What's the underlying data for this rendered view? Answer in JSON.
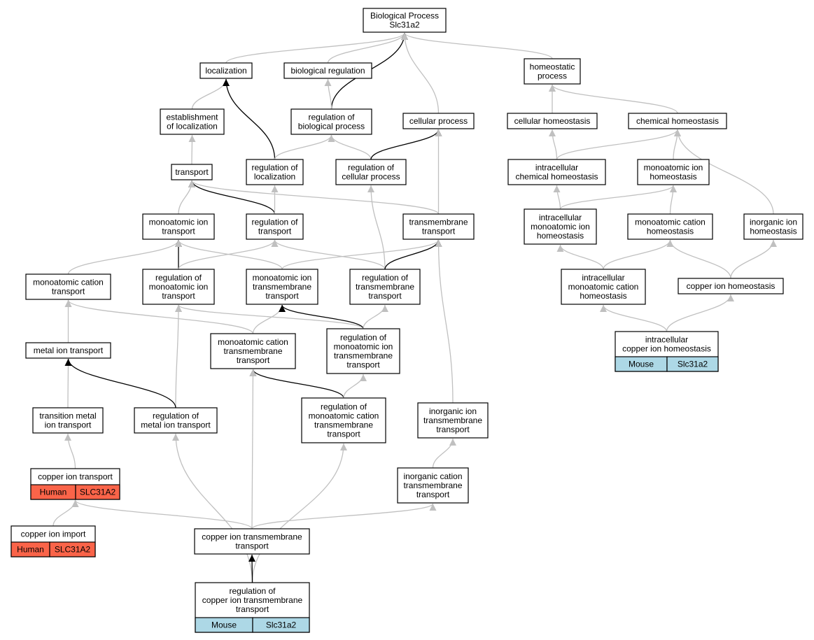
{
  "colors": {
    "edge_regular": "#c0c0c0",
    "edge_regulates": "#000000",
    "node_fill": "#ffffff",
    "node_border": "#000000",
    "human_annotation": "#fa6449",
    "mouse_annotation": "#add8e6"
  },
  "nodes": {
    "bp_root": {
      "lines": [
        "Biological Process",
        "Slc31a2"
      ]
    },
    "localization": {
      "lines": [
        "localization"
      ]
    },
    "bio_reg": {
      "lines": [
        "biological regulation"
      ]
    },
    "homeo_proc": {
      "lines": [
        "homeostatic",
        "process"
      ]
    },
    "est_loc": {
      "lines": [
        "establishment",
        "of localization"
      ]
    },
    "reg_bio_proc": {
      "lines": [
        "regulation of",
        "biological process"
      ]
    },
    "cell_proc": {
      "lines": [
        "cellular process"
      ]
    },
    "cell_homeo": {
      "lines": [
        "cellular homeostasis"
      ]
    },
    "chem_homeo": {
      "lines": [
        "chemical homeostasis"
      ]
    },
    "transport": {
      "lines": [
        "transport"
      ]
    },
    "reg_loc": {
      "lines": [
        "regulation of",
        "localization"
      ]
    },
    "reg_cell_proc": {
      "lines": [
        "regulation of",
        "cellular process"
      ]
    },
    "ic_chem_homeo": {
      "lines": [
        "intracellular",
        "chemical homeostasis"
      ]
    },
    "mono_ion_homeo": {
      "lines": [
        "monoatomic ion",
        "homeostasis"
      ]
    },
    "mono_ion_tr": {
      "lines": [
        "monoatomic ion",
        "transport"
      ]
    },
    "reg_tr": {
      "lines": [
        "regulation of",
        "transport"
      ]
    },
    "tm_tr": {
      "lines": [
        "transmembrane",
        "transport"
      ]
    },
    "ic_mono_ion_homeo": {
      "lines": [
        "intracellular",
        "monoatomic ion",
        "homeostasis"
      ]
    },
    "mono_cat_homeo": {
      "lines": [
        "monoatomic cation",
        "homeostasis"
      ]
    },
    "inorg_ion_homeo": {
      "lines": [
        "inorganic ion",
        "homeostasis"
      ]
    },
    "mono_cat_tr": {
      "lines": [
        "monoatomic cation",
        "transport"
      ]
    },
    "reg_mono_ion_tr": {
      "lines": [
        "regulation of",
        "monoatomic ion",
        "transport"
      ]
    },
    "mono_ion_tm_tr": {
      "lines": [
        "monoatomic ion",
        "transmembrane",
        "transport"
      ]
    },
    "reg_tm_tr": {
      "lines": [
        "regulation of",
        "transmembrane",
        "transport"
      ]
    },
    "ic_mono_cat_homeo": {
      "lines": [
        "intracellular",
        "monoatomic cation",
        "homeostasis"
      ]
    },
    "cu_homeo": {
      "lines": [
        "copper ion homeostasis"
      ]
    },
    "metal_ion_tr": {
      "lines": [
        "metal ion transport"
      ]
    },
    "mono_cat_tm_tr": {
      "lines": [
        "monoatomic cation",
        "transmembrane",
        "transport"
      ]
    },
    "reg_mono_ion_tm_tr": {
      "lines": [
        "regulation of",
        "monoatomic ion",
        "transmembrane",
        "transport"
      ]
    },
    "ic_cu_homeo": {
      "lines": [
        "intracellular",
        "copper ion homeostasis"
      ],
      "annotation": [
        "Mouse",
        "Slc31a2"
      ],
      "annotation_color": "mouse"
    },
    "trans_metal_tr": {
      "lines": [
        "transition metal",
        "ion transport"
      ]
    },
    "reg_metal_ion_tr": {
      "lines": [
        "regulation of",
        "metal ion transport"
      ]
    },
    "reg_mono_cat_tm_tr": {
      "lines": [
        "regulation of",
        "monoatomic cation",
        "transmembrane",
        "transport"
      ]
    },
    "inorg_ion_tm_tr": {
      "lines": [
        "inorganic ion",
        "transmembrane",
        "transport"
      ]
    },
    "cu_ion_tr": {
      "lines": [
        "copper ion transport"
      ],
      "annotation": [
        "Human",
        "SLC31A2"
      ],
      "annotation_color": "human"
    },
    "inorg_cat_tm_tr": {
      "lines": [
        "inorganic cation",
        "transmembrane",
        "transport"
      ]
    },
    "cu_import": {
      "lines": [
        "copper ion import"
      ],
      "annotation": [
        "Human",
        "SLC31A2"
      ],
      "annotation_color": "human"
    },
    "cu_tm_tr": {
      "lines": [
        "copper ion transmembrane",
        "transport"
      ]
    },
    "reg_cu_tm_tr": {
      "lines": [
        "regulation of",
        "copper ion transmembrane",
        "transport"
      ],
      "annotation": [
        "Mouse",
        "Slc31a2"
      ],
      "annotation_color": "mouse"
    }
  },
  "edges": [
    {
      "from": "localization",
      "to": "bp_root",
      "type": "is_a"
    },
    {
      "from": "bio_reg",
      "to": "bp_root",
      "type": "is_a"
    },
    {
      "from": "homeo_proc",
      "to": "bp_root",
      "type": "is_a"
    },
    {
      "from": "reg_bio_proc",
      "to": "bp_root",
      "type": "regulates"
    },
    {
      "from": "cell_proc",
      "to": "bp_root",
      "type": "is_a"
    },
    {
      "from": "est_loc",
      "to": "localization",
      "type": "is_a"
    },
    {
      "from": "reg_loc",
      "to": "localization",
      "type": "regulates"
    },
    {
      "from": "reg_bio_proc",
      "to": "bio_reg",
      "type": "is_a"
    },
    {
      "from": "cell_homeo",
      "to": "homeo_proc",
      "type": "is_a"
    },
    {
      "from": "chem_homeo",
      "to": "homeo_proc",
      "type": "is_a"
    },
    {
      "from": "transport",
      "to": "est_loc",
      "type": "is_a"
    },
    {
      "from": "reg_loc",
      "to": "reg_bio_proc",
      "type": "is_a"
    },
    {
      "from": "reg_cell_proc",
      "to": "reg_bio_proc",
      "type": "is_a"
    },
    {
      "from": "reg_cell_proc",
      "to": "cell_proc",
      "type": "regulates"
    },
    {
      "from": "tm_tr",
      "to": "cell_proc",
      "type": "is_a"
    },
    {
      "from": "ic_chem_homeo",
      "to": "cell_homeo",
      "type": "is_a"
    },
    {
      "from": "ic_chem_homeo",
      "to": "chem_homeo",
      "type": "is_a"
    },
    {
      "from": "mono_ion_homeo",
      "to": "chem_homeo",
      "type": "is_a"
    },
    {
      "from": "inorg_ion_homeo",
      "to": "chem_homeo",
      "type": "is_a"
    },
    {
      "from": "mono_ion_tr",
      "to": "transport",
      "type": "is_a"
    },
    {
      "from": "reg_tr",
      "to": "transport",
      "type": "regulates"
    },
    {
      "from": "tm_tr",
      "to": "transport",
      "type": "is_a"
    },
    {
      "from": "reg_tr",
      "to": "reg_loc",
      "type": "is_a"
    },
    {
      "from": "reg_tm_tr",
      "to": "reg_cell_proc",
      "type": "is_a"
    },
    {
      "from": "ic_mono_ion_homeo",
      "to": "ic_chem_homeo",
      "type": "is_a"
    },
    {
      "from": "ic_mono_ion_homeo",
      "to": "mono_ion_homeo",
      "type": "is_a"
    },
    {
      "from": "mono_cat_homeo",
      "to": "mono_ion_homeo",
      "type": "is_a"
    },
    {
      "from": "mono_cat_tr",
      "to": "mono_ion_tr",
      "type": "is_a"
    },
    {
      "from": "reg_mono_ion_tr",
      "to": "mono_ion_tr",
      "type": "regulates"
    },
    {
      "from": "mono_ion_tm_tr",
      "to": "mono_ion_tr",
      "type": "is_a"
    },
    {
      "from": "reg_mono_ion_tr",
      "to": "reg_tr",
      "type": "is_a"
    },
    {
      "from": "reg_tm_tr",
      "to": "reg_tr",
      "type": "is_a"
    },
    {
      "from": "mono_ion_tm_tr",
      "to": "tm_tr",
      "type": "is_a"
    },
    {
      "from": "reg_tm_tr",
      "to": "tm_tr",
      "type": "regulates"
    },
    {
      "from": "inorg_ion_tm_tr",
      "to": "tm_tr",
      "type": "is_a"
    },
    {
      "from": "ic_mono_cat_homeo",
      "to": "ic_mono_ion_homeo",
      "type": "is_a"
    },
    {
      "from": "ic_mono_cat_homeo",
      "to": "mono_cat_homeo",
      "type": "is_a"
    },
    {
      "from": "cu_homeo",
      "to": "mono_cat_homeo",
      "type": "is_a"
    },
    {
      "from": "cu_homeo",
      "to": "inorg_ion_homeo",
      "type": "is_a"
    },
    {
      "from": "metal_ion_tr",
      "to": "mono_cat_tr",
      "type": "is_a"
    },
    {
      "from": "mono_cat_tm_tr",
      "to": "mono_cat_tr",
      "type": "is_a"
    },
    {
      "from": "mono_cat_tm_tr",
      "to": "mono_ion_tm_tr",
      "type": "is_a"
    },
    {
      "from": "reg_mono_ion_tm_tr",
      "to": "reg_mono_ion_tr",
      "type": "is_a"
    },
    {
      "from": "reg_mono_ion_tm_tr",
      "to": "mono_ion_tm_tr",
      "type": "regulates"
    },
    {
      "from": "reg_mono_ion_tm_tr",
      "to": "reg_tm_tr",
      "type": "is_a"
    },
    {
      "from": "reg_metal_ion_tr",
      "to": "reg_mono_ion_tr",
      "type": "is_a"
    },
    {
      "from": "ic_cu_homeo",
      "to": "ic_mono_cat_homeo",
      "type": "is_a"
    },
    {
      "from": "ic_cu_homeo",
      "to": "cu_homeo",
      "type": "is_a"
    },
    {
      "from": "trans_metal_tr",
      "to": "metal_ion_tr",
      "type": "is_a"
    },
    {
      "from": "reg_metal_ion_tr",
      "to": "metal_ion_tr",
      "type": "regulates"
    },
    {
      "from": "reg_mono_cat_tm_tr",
      "to": "mono_cat_tm_tr",
      "type": "regulates"
    },
    {
      "from": "cu_tm_tr",
      "to": "mono_cat_tm_tr",
      "type": "is_a"
    },
    {
      "from": "reg_mono_cat_tm_tr",
      "to": "reg_mono_ion_tm_tr",
      "type": "is_a"
    },
    {
      "from": "cu_ion_tr",
      "to": "trans_metal_tr",
      "type": "is_a"
    },
    {
      "from": "reg_cu_tm_tr",
      "to": "reg_metal_ion_tr",
      "type": "is_a"
    },
    {
      "from": "reg_cu_tm_tr",
      "to": "reg_mono_cat_tm_tr",
      "type": "is_a"
    },
    {
      "from": "inorg_cat_tm_tr",
      "to": "inorg_ion_tm_tr",
      "type": "is_a"
    },
    {
      "from": "cu_import",
      "to": "cu_ion_tr",
      "type": "is_a"
    },
    {
      "from": "cu_tm_tr",
      "to": "cu_ion_tr",
      "type": "is_a"
    },
    {
      "from": "cu_tm_tr",
      "to": "inorg_cat_tm_tr",
      "type": "is_a"
    },
    {
      "from": "reg_cu_tm_tr",
      "to": "cu_tm_tr",
      "type": "regulates"
    }
  ]
}
